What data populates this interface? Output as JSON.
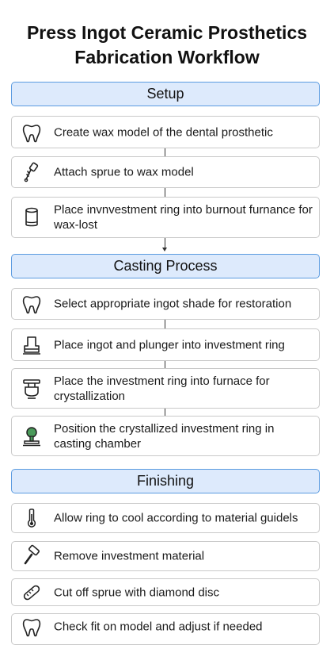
{
  "title": "Press Ingot Ceramic Prosthetics Fabrication Workflow",
  "sections": [
    {
      "label": "Setup",
      "steps": [
        {
          "icon": "tooth-icon",
          "text": "Create wax model of the dental prosthetic"
        },
        {
          "icon": "sprue-icon",
          "text": "Attach sprue to wax model"
        },
        {
          "icon": "cylinder-icon",
          "text": "Place invnvestment ring into burnout furnance for wax-lost"
        }
      ]
    },
    {
      "label": "Casting Process",
      "steps": [
        {
          "icon": "tooth-icon",
          "text": "Select appropriate ingot shade for restoration"
        },
        {
          "icon": "crucible-icon",
          "text": "Place ingot and plunger into investment ring"
        },
        {
          "icon": "furnace-icon",
          "text": "Place the investment ring into furnace for crystallization"
        },
        {
          "icon": "stamp-icon",
          "text": "Position the crystallized investment ring in casting chamber"
        }
      ]
    },
    {
      "label": "Finishing",
      "steps": [
        {
          "icon": "thermometer-icon",
          "text": "Allow ring to cool according to material guidels"
        },
        {
          "icon": "hammer-icon",
          "text": "Remove investment material"
        },
        {
          "icon": "diamond-disc-icon",
          "text": "Cut off sprue with diamond disc"
        },
        {
          "icon": "tooth-icon",
          "text": "Check fit on model and adjust if needed"
        }
      ]
    }
  ]
}
